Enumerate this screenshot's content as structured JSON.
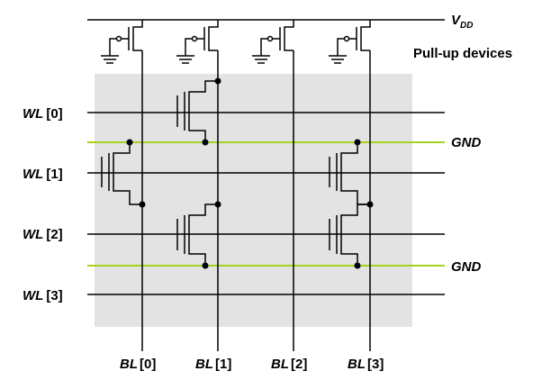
{
  "supply": {
    "main": "V",
    "sub": "DD"
  },
  "pullup_label": "Pull-up devices",
  "ground_label": "GND",
  "word_lines": [
    {
      "name": "WL",
      "index": "[0]"
    },
    {
      "name": "WL",
      "index": "[1]"
    },
    {
      "name": "WL",
      "index": "[2]"
    },
    {
      "name": "WL",
      "index": "[3]"
    }
  ],
  "bit_lines": [
    {
      "name": "BL",
      "index": "[0]"
    },
    {
      "name": "BL",
      "index": "[1]"
    },
    {
      "name": "BL",
      "index": "[2]"
    },
    {
      "name": "BL",
      "index": "[3]"
    }
  ],
  "colors": {
    "array_bg": "#e3e3e3",
    "gnd_line": "#a6d11c",
    "wire": "#000000"
  }
}
